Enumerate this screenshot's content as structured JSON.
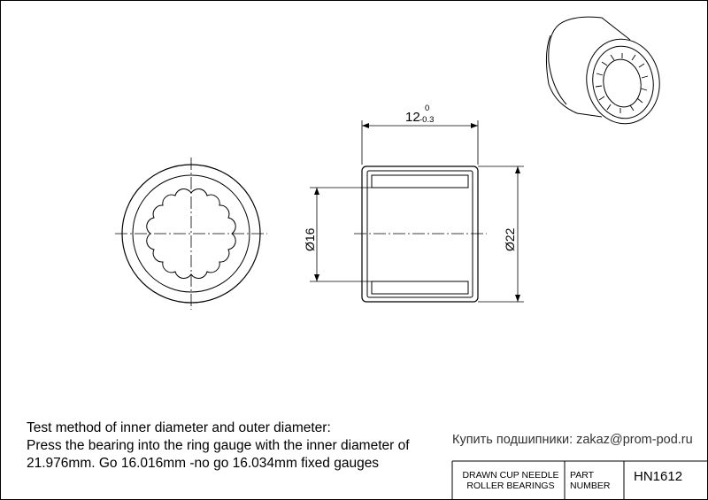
{
  "dimensions": {
    "width_nominal": "12",
    "width_upper_tol": "0",
    "width_lower_tol": "-0.3",
    "inner_diameter": "Ø16",
    "outer_diameter": "Ø22"
  },
  "notes": {
    "line1": "Test method of inner diameter and outer diameter:",
    "line2": "Press the bearing into the ring gauge with the inner diameter of",
    "line3": "21.976mm.   Go 16.016mm -no go 16.034mm fixed gauges"
  },
  "contact": "Купить подшипники: zakaz@prom-pod.ru",
  "title_block": {
    "description_line1": "DRAWN CUP NEEDLE",
    "description_line2": "ROLLER BEARINGS",
    "part_label_line1": "PART",
    "part_label_line2": "NUMBER",
    "part_number": "HN1612"
  },
  "colors": {
    "line": "#000000",
    "border": "#000000"
  }
}
